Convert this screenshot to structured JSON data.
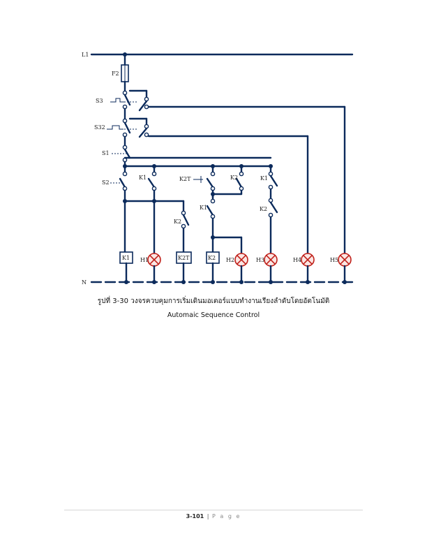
{
  "diagram": {
    "rail_top": "L1",
    "rail_bottom": "N",
    "labels": {
      "fuse": "F2",
      "s3": "S3",
      "s32": "S32",
      "s1": "S1",
      "s2": "S2",
      "k1_a": "K1",
      "k2t_contact": "K2T",
      "k2_a": "K2",
      "k1_b": "K1",
      "k1_c": "K1",
      "k2_b": "K2",
      "k2_c": "K2"
    },
    "coils": [
      "K1",
      "K2T",
      "K2"
    ],
    "lamps": [
      "H1",
      "H2",
      "H3",
      "H4",
      "H5"
    ]
  },
  "caption": {
    "thai": "รูปที่ 3-30 วงจรควบคุมการเริ่มเดินมอเตอร์แบบทำงานเรียงลำดับโดยอัตโนมัติ",
    "english": "Automaic Sequence Control"
  },
  "footer": {
    "page_number": "3-101",
    "separator": "|",
    "page_word": "P a g e"
  },
  "colors": {
    "wire": "#0b2a5b",
    "lamp": "#c0201a"
  }
}
